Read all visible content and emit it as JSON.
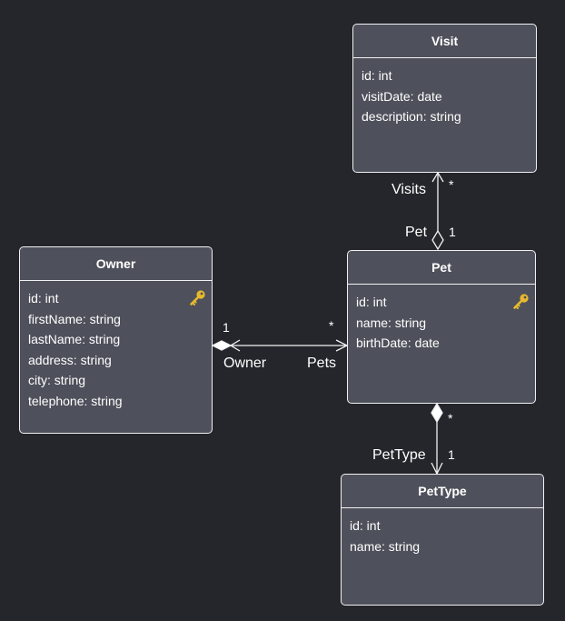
{
  "entities": {
    "visit": {
      "title": "Visit",
      "fields": [
        "id: int",
        "visitDate: date",
        "description: string"
      ]
    },
    "owner": {
      "title": "Owner",
      "fields": [
        "id: int",
        "firstName: string",
        "lastName: string",
        "address: string",
        "city: string",
        "telephone: string"
      ],
      "key_icon": "key-icon"
    },
    "pet": {
      "title": "Pet",
      "fields": [
        "id: int",
        "name: string",
        "birthDate: date"
      ],
      "key_icon": "key-icon"
    },
    "pettype": {
      "title": "PetType",
      "fields": [
        "id: int",
        "name: string"
      ]
    }
  },
  "relations": {
    "visit_pet": {
      "label_visit_end": "Visits",
      "mult_visit_end": "*",
      "label_pet_end": "Pet",
      "mult_pet_end": "1"
    },
    "owner_pet": {
      "label_owner_end": "Owner",
      "mult_owner_end": "1",
      "label_pet_end": "Pets",
      "mult_pet_end": "*"
    },
    "pet_pettype": {
      "mult_pet_end": "*",
      "label_pettype_end": "PetType",
      "mult_pettype_end": "1"
    }
  },
  "colors": {
    "background": "#25262b",
    "box_fill": "#4e515b",
    "stroke": "#f1f1f3",
    "key": "#e8b92d"
  }
}
